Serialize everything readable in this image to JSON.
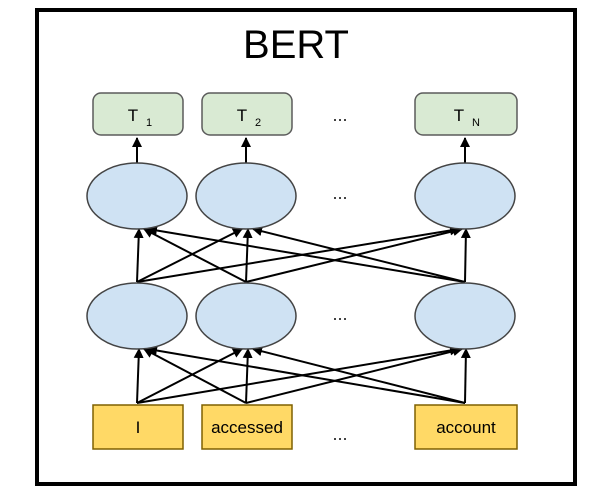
{
  "title": "BERT",
  "outputs": [
    {
      "main": "T",
      "sub": "1"
    },
    {
      "main": "T",
      "sub": "2"
    },
    {
      "main": "T",
      "sub": "N"
    }
  ],
  "ellipsis": "...",
  "inputs": [
    "I",
    "accessed",
    "account"
  ],
  "colors": {
    "output_fill": "#d9ead3",
    "output_stroke": "#5b5b5b",
    "node_fill": "#cfe2f3",
    "node_stroke": "#444444",
    "input_fill": "#ffd966",
    "input_stroke": "#7f6000",
    "frame": "#000000"
  }
}
